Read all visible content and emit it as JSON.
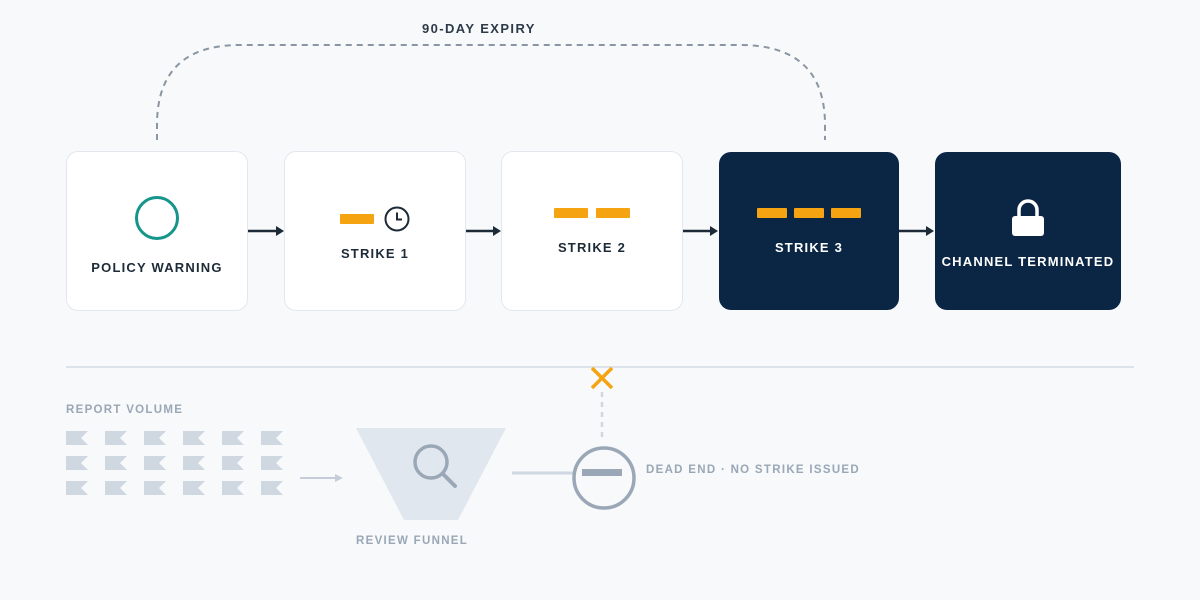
{
  "expiry_label": "90-DAY EXPIRY",
  "stages": [
    {
      "label": "POLICY WARNING",
      "icon": "ring-icon"
    },
    {
      "label": "STRIKE 1",
      "icon": "clock-icon",
      "strikes": 1
    },
    {
      "label": "STRIKE 2",
      "strikes": 2
    },
    {
      "label": "STRIKE 3",
      "strikes": 3
    },
    {
      "label": "CHANNEL TERMINATED",
      "icon": "lock-icon"
    }
  ],
  "report_volume_label": "REPORT VOLUME",
  "review_funnel_label": "REVIEW FUNNEL",
  "dead_end_label": "DEAD END · NO STRIKE ISSUED",
  "colors": {
    "background": "#f7f9fb",
    "dark_card": "#0b2545",
    "teal": "#16958a",
    "orange": "#f5a310",
    "muted": "#9aa7b6",
    "flag": "#cfd7e0",
    "funnel": "#e1e7ee"
  }
}
